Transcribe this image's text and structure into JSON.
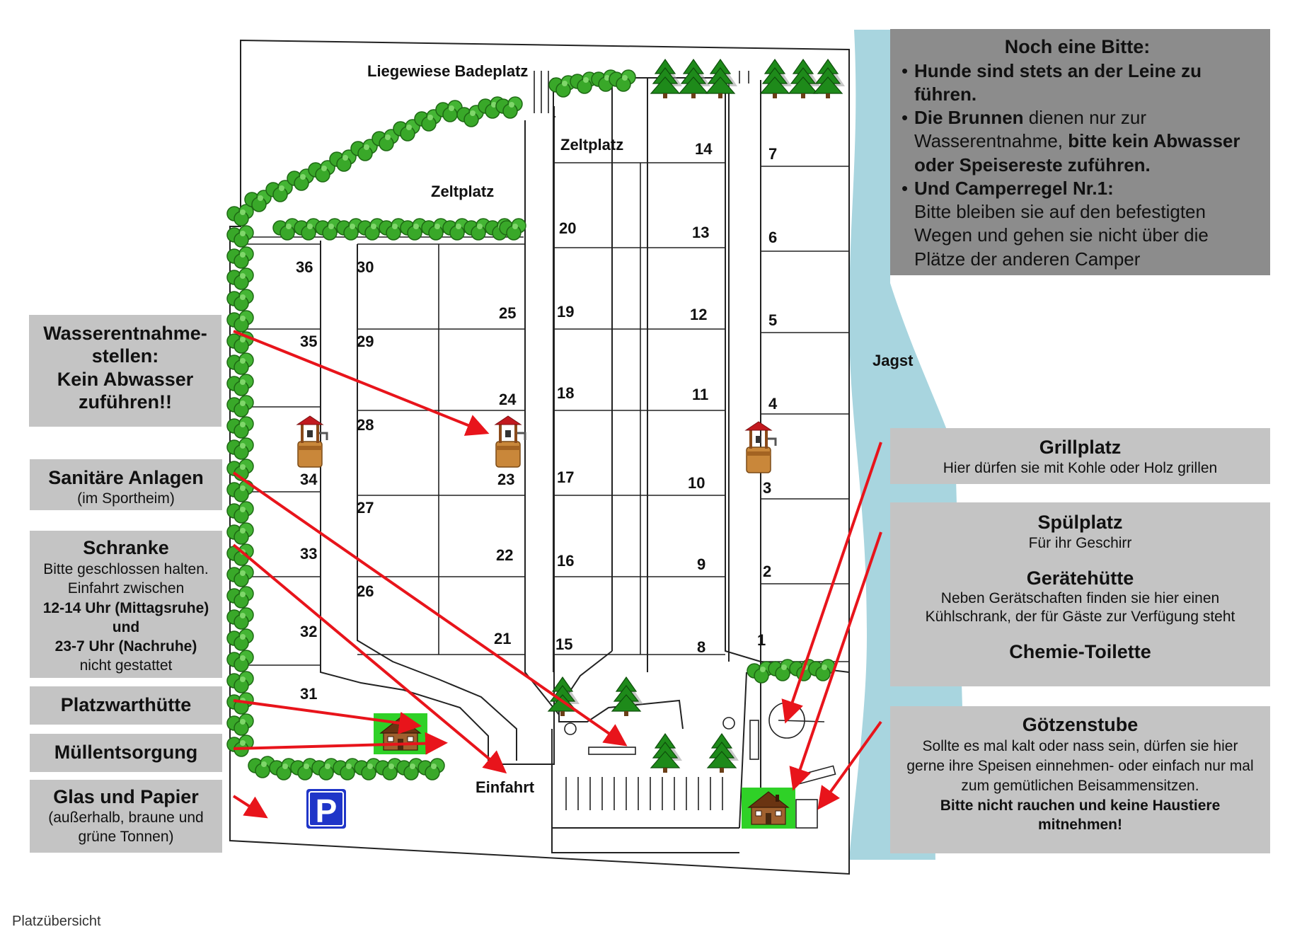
{
  "map": {
    "labels": {
      "liegewiese": "Liegewiese Badeplatz",
      "zeltplatz_left": "Zeltplatz",
      "zeltplatz_right": "Zeltplatz",
      "river": "Jagst",
      "entrance": "Einfahrt"
    },
    "pitches": [
      {
        "n": "36"
      },
      {
        "n": "35"
      },
      {
        "n": "34"
      },
      {
        "n": "33"
      },
      {
        "n": "32"
      },
      {
        "n": "31"
      },
      {
        "n": "30"
      },
      {
        "n": "29"
      },
      {
        "n": "28"
      },
      {
        "n": "27"
      },
      {
        "n": "26"
      },
      {
        "n": "25"
      },
      {
        "n": "24"
      },
      {
        "n": "23"
      },
      {
        "n": "22"
      },
      {
        "n": "21"
      },
      {
        "n": "20"
      },
      {
        "n": "19"
      },
      {
        "n": "18"
      },
      {
        "n": "17"
      },
      {
        "n": "16"
      },
      {
        "n": "15"
      },
      {
        "n": "14"
      },
      {
        "n": "13"
      },
      {
        "n": "12"
      },
      {
        "n": "11"
      },
      {
        "n": "10"
      },
      {
        "n": "9"
      },
      {
        "n": "8"
      },
      {
        "n": "7"
      },
      {
        "n": "6"
      },
      {
        "n": "5"
      },
      {
        "n": "4"
      },
      {
        "n": "3"
      },
      {
        "n": "2"
      },
      {
        "n": "1"
      }
    ],
    "colors": {
      "river": "#a8d5df",
      "tree": "#2a8a1e",
      "box_light": "#c4c4c4",
      "box_dark": "#8c8c8c",
      "arrow": "#e8141b",
      "parking": "#1f35c8"
    },
    "parking_label": "P",
    "icons": [
      "well-icon",
      "hut-icon",
      "parking-icon",
      "tree-icon",
      "shrub-icon"
    ]
  },
  "left_boxes": {
    "water": {
      "title": "Wasserentnahme-\nstellen:\nKein Abwasser\nzuführen!!"
    },
    "sanitary": {
      "title": "Sanitäre Anlagen",
      "sub": "(im Sportheim)"
    },
    "barrier": {
      "title": "Schranke",
      "line1": "Bitte geschlossen halten.",
      "line2": "Einfahrt zwischen",
      "line3": "12-14 Uhr (Mittagsruhe)",
      "line4": "und",
      "line5": "23-7 Uhr (Nachruhe)",
      "line6": "nicht gestattet"
    },
    "warden": {
      "title": "Platzwarthütte"
    },
    "waste": {
      "title": "Müllentsorgung"
    },
    "glass": {
      "title": "Glas und Papier",
      "sub": "(außerhalb, braune und grüne Tonnen)"
    }
  },
  "note": {
    "heading": "Noch eine Bitte:",
    "item1": "Hunde sind stets an der Leine zu führen.",
    "item2_bold": "Die Brunnen",
    "item2_text": " dienen nur zur Wasserentnahme, ",
    "item2_bold2": "bitte kein Abwasser oder Speisereste zuführen.",
    "item3_bold": "Und Camperregel Nr.1:",
    "item3_text": "Bitte bleiben sie auf den befestigten Wegen und gehen sie nicht über die Plätze der anderen Camper"
  },
  "right_boxes": {
    "grill": {
      "title": "Grillplatz",
      "sub": "Hier dürfen sie mit Kohle oder Holz grillen"
    },
    "rinse": {
      "title": "Spülplatz",
      "sub": "Für ihr Geschirr"
    },
    "shed": {
      "title": "Gerätehütte",
      "sub": "Neben Gerätschaften finden sie hier einen Kühlschrank, der für Gäste zur Verfügung steht"
    },
    "toilet": {
      "title": "Chemie-Toilette"
    },
    "goetzen": {
      "title": "Götzenstube",
      "sub": "Sollte es mal kalt oder nass sein, dürfen sie hier gerne ihre Speisen einnehmen- oder einfach nur mal zum gemütlichen Beisammensitzen.",
      "bold": "Bitte nicht rauchen und keine Haustiere mitnehmen!"
    }
  },
  "caption": "Platzübersicht"
}
